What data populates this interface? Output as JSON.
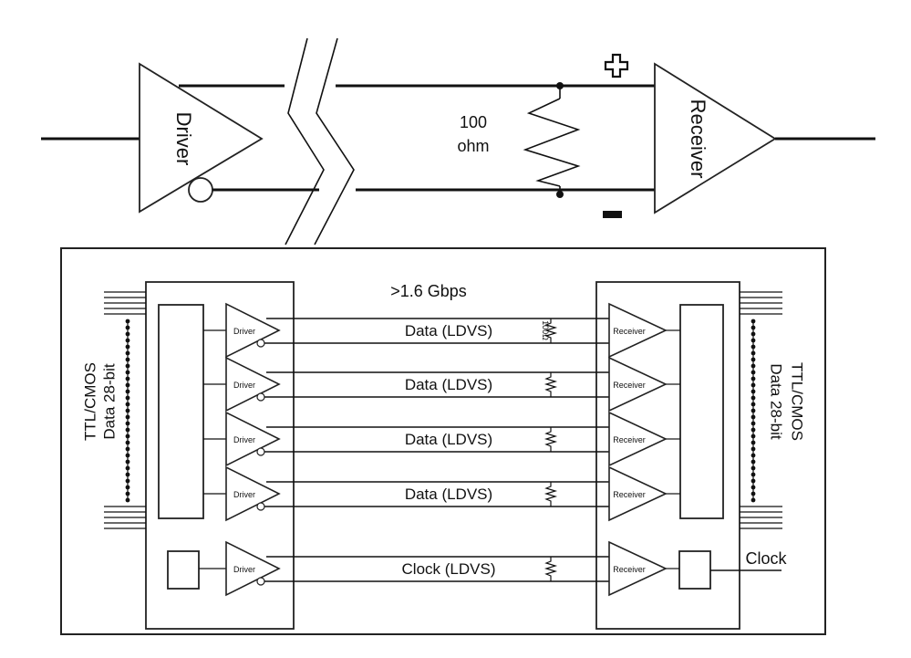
{
  "top": {
    "driver_label": "Driver",
    "receiver_label": "Receiver",
    "resistor_value": "100",
    "resistor_unit": "ohm",
    "plus_sign": "+",
    "minus_sign": "-"
  },
  "bottom": {
    "speed_label": ">1.6 Gbps",
    "resistor_tag": "100Ω",
    "left_bus_label_1": "TTL/CMOS",
    "left_bus_label_2": "Data 28-bit",
    "right_bus_label_1": "TTL/CMOS",
    "right_bus_label_2": "Data 28-bit",
    "clock_out_label": "Clock",
    "channels": [
      {
        "label": "Data (LDVS)",
        "driver": "Driver",
        "receiver": "Receiver"
      },
      {
        "label": "Data (LDVS)",
        "driver": "Driver",
        "receiver": "Receiver"
      },
      {
        "label": "Data (LDVS)",
        "driver": "Driver",
        "receiver": "Receiver"
      },
      {
        "label": "Data (LDVS)",
        "driver": "Driver",
        "receiver": "Receiver"
      },
      {
        "label": "Clock (LDVS)",
        "driver": "Driver",
        "receiver": "Receiver"
      }
    ]
  }
}
